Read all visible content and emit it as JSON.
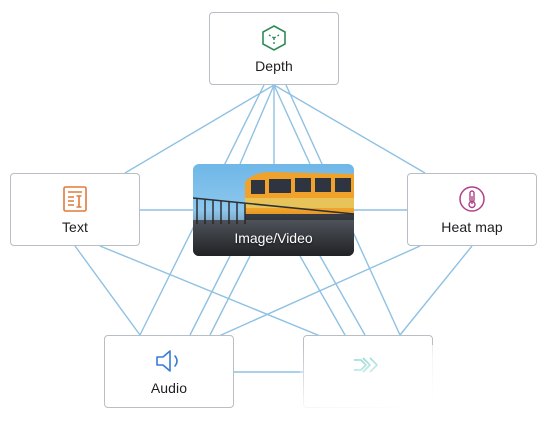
{
  "nodes": {
    "depth": {
      "label": "Depth",
      "icon": "cube-icon",
      "color": "#2e8b57"
    },
    "text": {
      "label": "Text",
      "icon": "document-text-icon",
      "color": "#e07a3a"
    },
    "heat_map": {
      "label": "Heat map",
      "icon": "thermometer-icon",
      "color": "#b0428a"
    },
    "audio": {
      "label": "Audio",
      "icon": "speaker-icon",
      "color": "#3a7bd5"
    },
    "imu": {
      "icon": "motion-chevrons-icon",
      "color": "#2bb5b0"
    },
    "center": {
      "label": "Image/Video",
      "icon": "train-photo"
    }
  },
  "edge_color": "#8fc1e3"
}
